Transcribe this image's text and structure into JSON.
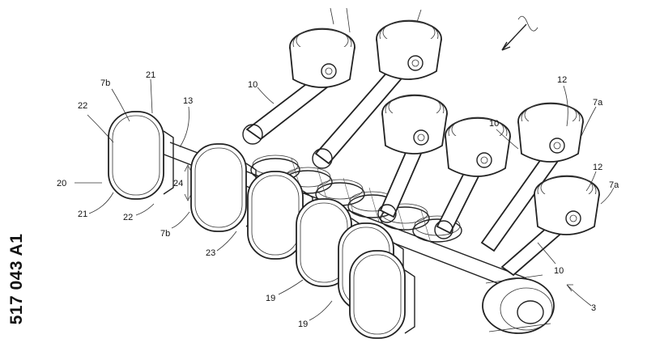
{
  "publication": {
    "number_fragment": "517 043 A1"
  },
  "reference_labels": {
    "l_7b_top": "7b",
    "l_21_top": "21",
    "l_22_left": "22",
    "l_13": "13",
    "l_10_top": "10",
    "l_20": "20",
    "l_24": "24",
    "l_21_bottom": "21",
    "l_22_bottom": "22",
    "l_7b_bottom": "7b",
    "l_23": "23",
    "l_19_a": "19",
    "l_19_b": "19",
    "l_12_top": "12",
    "l_7a_top": "7a",
    "l_10_right": "10",
    "l_12_right": "12",
    "l_7a_right": "7a",
    "l_10_lower": "10",
    "l_3": "3"
  }
}
